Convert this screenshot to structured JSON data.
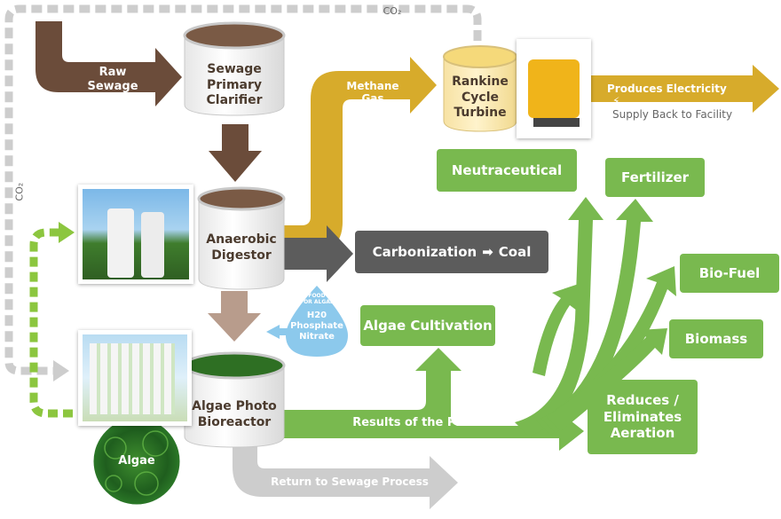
{
  "colors": {
    "brown": "#6b4c3a",
    "tan": "#b89c8c",
    "gold": "#d7ab2b",
    "green": "#79b94f",
    "gray": "#9b9b9b",
    "dark_gray": "#5c5c5c",
    "light_gray": "#cdcdcd",
    "dashed_green": "#8cc63f",
    "water_blue": "#8cc9ec"
  },
  "co2_top": "CO₂",
  "co2_left": "CO₂",
  "raw_sewage": "Raw Sewage",
  "sewage_clarifier": "Sewage\nPrimary\nClarifier",
  "methane_gas": "Methane Gas",
  "rankine_turbine": "Rankine\nCycle\nTurbine",
  "produces_electricity": "Produces Electricity",
  "supply_back": "Supply Back to Facility",
  "neutraceutical": "Neutraceutical",
  "fertilizer": "Fertilizer",
  "anaerobic_digestor": "Anaerobic\nDigestor",
  "carbonization": "Carbonization",
  "coal": "Coal",
  "bio_fuel": "Bio-Fuel",
  "food_for_algae": "FOOD\nFOR ALGAE",
  "nutrients": "H20\nPhosphate\nNitrate",
  "algae_cultivation": "Algae Cultivation",
  "biomass": "Biomass",
  "algae_photo_bioreactor": "Algae Photo\nBioreactor",
  "results_of_process": "Results of the Process",
  "reduces_aeration": "Reduces /\nEliminates\nAeration",
  "algae": "Algae",
  "return_to_sewage": "Return to Sewage Process"
}
